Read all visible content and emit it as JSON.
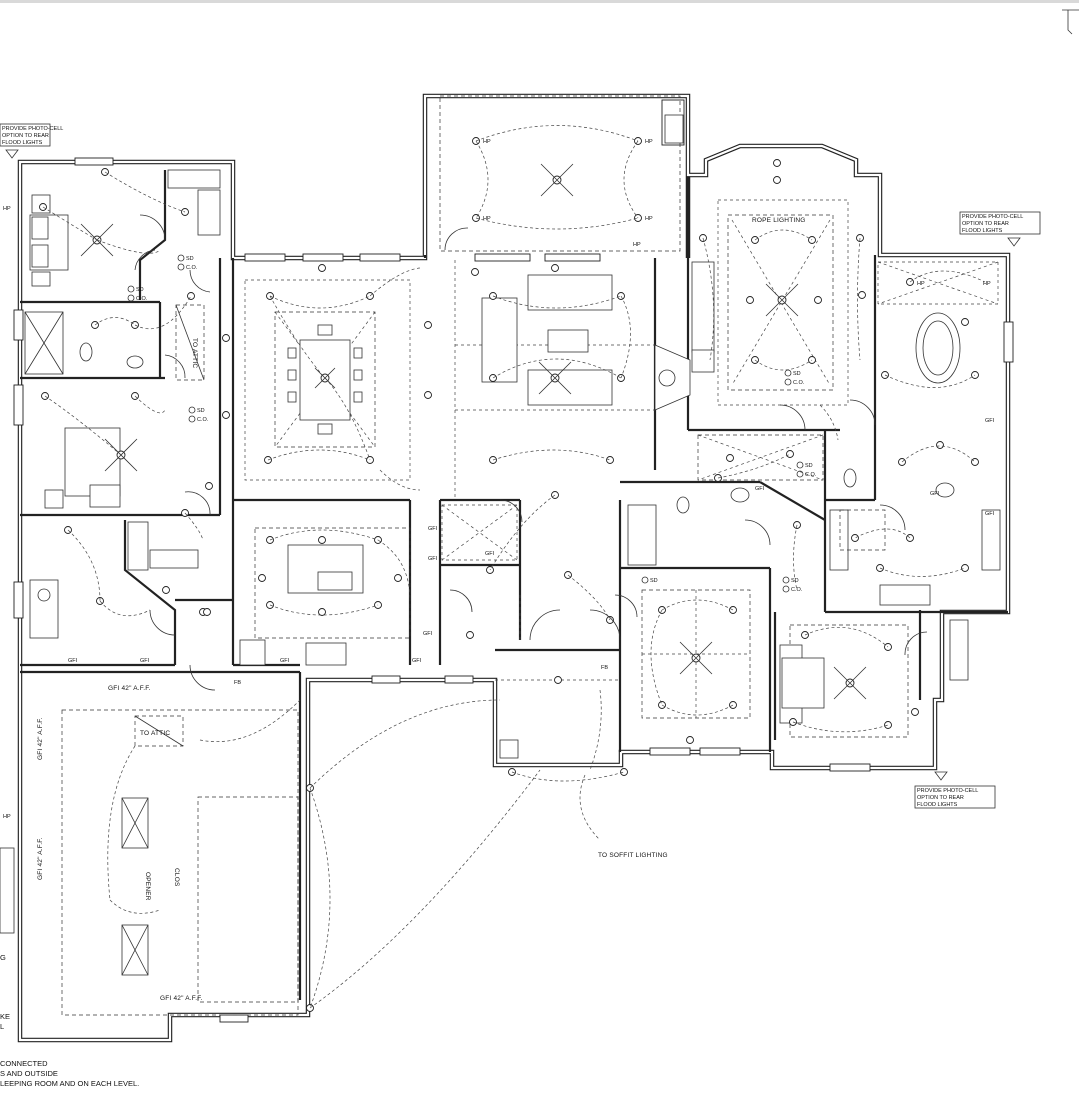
{
  "plan": {
    "notes": {
      "photocell_left": [
        "PROVIDE PHOTO-CELL",
        "OPTION TO REAR",
        "FLOOD LIGHTS"
      ],
      "photocell_right": [
        "PROVIDE PHOTO-CELL",
        "OPTION TO REAR",
        "FLOOD LIGHTS"
      ],
      "photocell_bottom": [
        "PROVIDE PHOTO-CELL",
        "OPTION TO REAR",
        "FLOOD LIGHTS"
      ],
      "bottom_left": [
        "CONNECTED",
        "S AND OUTSIDE",
        "LEEPING ROOM AND ON EACH LEVEL."
      ],
      "left_edge_cut": [
        "KE",
        "L"
      ],
      "left_edge_g": "G"
    },
    "labels": {
      "to_attic_hall": "TO ATTIC",
      "to_attic_garage": "TO ATTIC",
      "rope_lighting": "ROPE LIGHTING",
      "to_soffit": "TO SOFFIT LIGHTING",
      "garage_door_opener": "OPENER",
      "garage_door_close": "CLOS",
      "gfi_42_top": "GFI 42\" A.F.F.",
      "gfi_42_left_a": "GFI 42\" A.F.F.",
      "gfi_42_left_b": "GFI 42\" A.F.F.",
      "gfi_42_bottom": "GFI 42\" A.F.F.",
      "sd": "SD",
      "co": "C.O.",
      "hp": "HP",
      "gfi": "GFI",
      "fb": "FB",
      "wp": "WP"
    }
  }
}
